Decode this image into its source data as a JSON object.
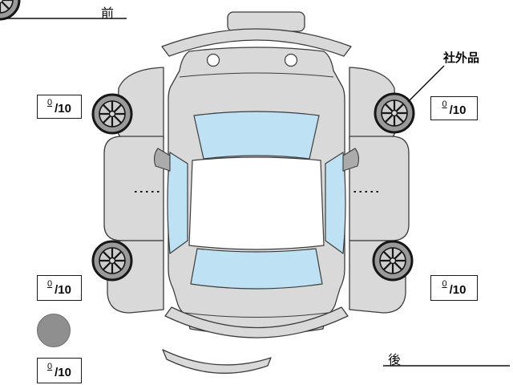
{
  "orientation": {
    "front_label": "前",
    "rear_label": "後"
  },
  "annotations": {
    "aftermarket_label": "社外品"
  },
  "tread_scores": {
    "front_left": {
      "value": "0",
      "denominator": "/10"
    },
    "front_right": {
      "value": "0",
      "denominator": "/10"
    },
    "rear_left": {
      "value": "0",
      "denominator": "/10"
    },
    "rear_right": {
      "value": "0",
      "denominator": "/10"
    },
    "bottom_left": {
      "value": "0",
      "denominator": "/10"
    }
  },
  "colors": {
    "body": "#d9d9d9",
    "glass": "#bfe1f4",
    "outline": "#3c3c3c",
    "circle_marker": "#8f8f8f"
  }
}
